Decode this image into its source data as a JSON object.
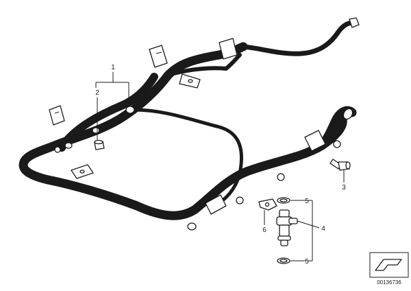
{
  "callouts": [
    {
      "id": "1",
      "text": "1"
    },
    {
      "id": "2",
      "text": "2"
    },
    {
      "id": "3",
      "text": "3"
    },
    {
      "id": "4",
      "text": "4"
    },
    {
      "id": "5a",
      "text": "5"
    },
    {
      "id": "5b",
      "text": "5"
    },
    {
      "id": "6",
      "text": "6"
    }
  ],
  "image_code": "00136736"
}
